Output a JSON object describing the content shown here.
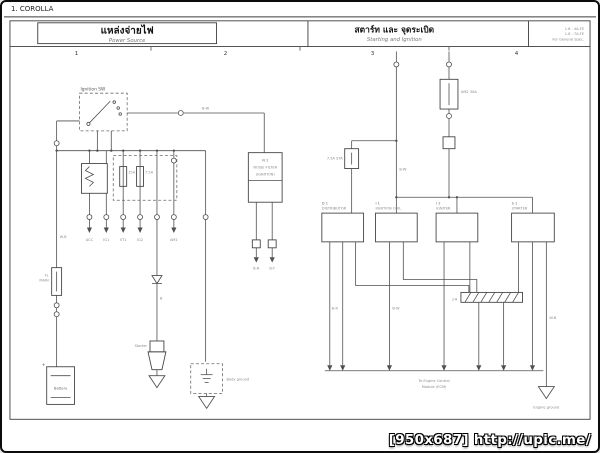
{
  "page": {
    "title": "1. COROLLA",
    "watermark": "[950x687] http://upic.me/"
  },
  "header": {
    "left": {
      "thai": "แหล่งจ่ายไฟ",
      "en": "Power Source"
    },
    "right": {
      "thai": "สตาร์ท และ จุดระเบิด",
      "en": "Starting and Ignition"
    },
    "notes": [
      "1.6 : 4A-FE",
      "1.8 : 7A-FE",
      "For General Spec."
    ]
  },
  "columns": [
    "1",
    "2",
    "3",
    "4"
  ],
  "wires": {
    "w_b": "W-B",
    "b_w": "B-W",
    "b_r": "B-R",
    "b_y": "B-Y",
    "b": "B"
  },
  "power_source": {
    "ignition_switch_label": "Ignition SW",
    "fuse_labels": [
      "15A",
      "7.5A"
    ],
    "drop_labels": [
      "ACC",
      "IG1",
      "ST1",
      "IG2",
      "AM1"
    ],
    "fl_main": [
      "FL",
      "MAIN"
    ],
    "battery_label": "Battery",
    "battery_plus": "+",
    "starter_label": "Starter",
    "noise_filter_lines": [
      "N 1",
      "NOISE FILTER",
      "(IGNITION)"
    ],
    "body_ground_label": "Body ground"
  },
  "starting_ignition": {
    "fuse_am2_label": "AM2 30A",
    "fuse_sta_label": "7.5A STA",
    "boxes": [
      {
        "id": "D 1",
        "name": "DISTRIBUTOR"
      },
      {
        "id": "I 1",
        "name": "IGNITION COIL"
      },
      {
        "id": "I 2",
        "name": "IGNITER"
      },
      {
        "id": "S 1",
        "name": "STARTER"
      }
    ],
    "junction_label": "J 4",
    "ecm_note": [
      "To Engine Control",
      "Module (ECM)"
    ],
    "engine_ground_label": "Engine ground"
  }
}
